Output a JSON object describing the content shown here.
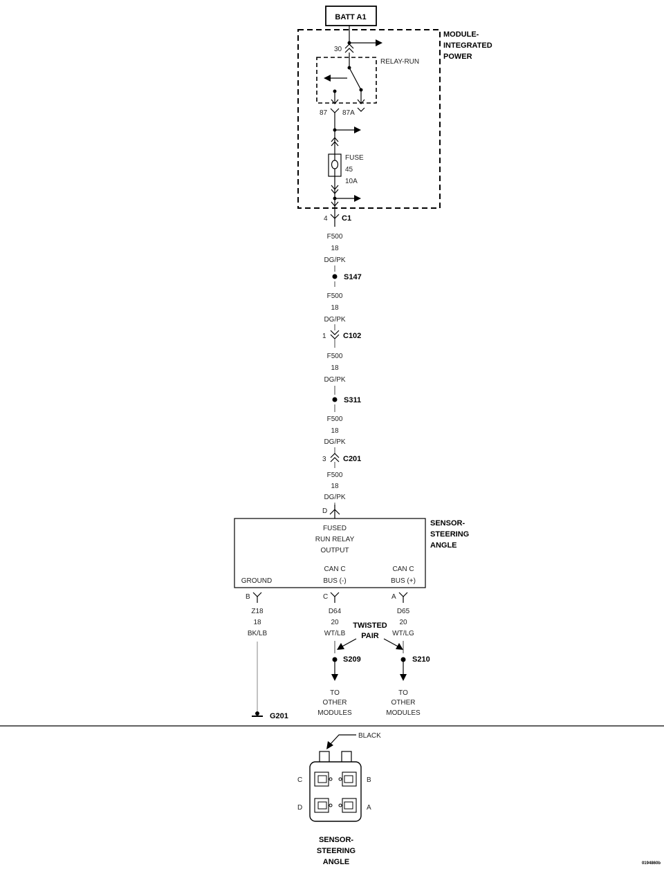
{
  "batt": "BATT A1",
  "module": [
    "MODULE-",
    "INTEGRATED",
    "POWER"
  ],
  "relay_label": "RELAY-RUN",
  "pin_30": "30",
  "pin_87": "87",
  "pin_87a": "87A",
  "fuse": [
    "FUSE",
    "45",
    "10A"
  ],
  "c1": {
    "pin": "4",
    "name": "C1"
  },
  "wire_1": [
    "F500",
    "18",
    "DG/PK"
  ],
  "s147": "S147",
  "wire_2": [
    "F500",
    "18",
    "DG/PK"
  ],
  "c102": {
    "pin": "1",
    "name": "C102"
  },
  "wire_3": [
    "F500",
    "18",
    "DG/PK"
  ],
  "s311": "S311",
  "wire_4": [
    "F500",
    "18",
    "DG/PK"
  ],
  "c201": {
    "pin": "3",
    "name": "C201"
  },
  "wire_5": [
    "F500",
    "18",
    "DG/PK"
  ],
  "pin_d": "D",
  "sensor_name": [
    "SENSOR-",
    "STEERING",
    "ANGLE"
  ],
  "sensor_fused": [
    "FUSED",
    "RUN RELAY",
    "OUTPUT"
  ],
  "sensor_ground": "GROUND",
  "sensor_canc_minus": [
    "CAN C",
    "BUS (-)"
  ],
  "sensor_canc_plus": [
    "CAN C",
    "BUS (+)"
  ],
  "pin_b": "B",
  "pin_c": "C",
  "pin_a": "A",
  "wire_ground": [
    "Z18",
    "18",
    "BK/LB"
  ],
  "wire_d64": [
    "D64",
    "20",
    "WT/LB"
  ],
  "wire_d65": [
    "D65",
    "20",
    "WT/LG"
  ],
  "twisted_pair": [
    "TWISTED",
    "PAIR"
  ],
  "s209": "S209",
  "s210": "S210",
  "to_other_1": [
    "TO",
    "OTHER",
    "MODULES"
  ],
  "to_other_2": [
    "TO",
    "OTHER",
    "MODULES"
  ],
  "g201": "G201",
  "connector_color": "BLACK",
  "conn_c": "C",
  "conn_b": "B",
  "conn_d": "D",
  "conn_a": "A",
  "connector_name": [
    "SENSOR-",
    "STEERING",
    "ANGLE"
  ],
  "figure_code": "0194860b"
}
